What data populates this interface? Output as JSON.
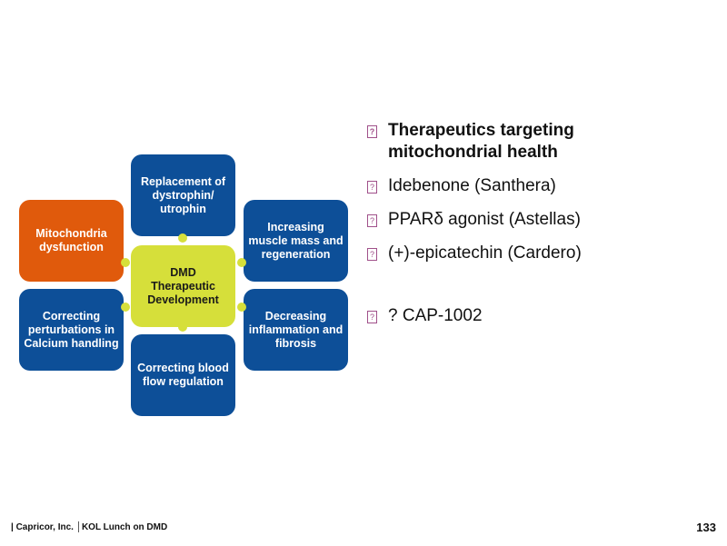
{
  "diagram": {
    "center": "DMD\nTherapeutic\nDevelopment",
    "nodes": {
      "top": "Replacement of dystrophin/ utrophin",
      "top_left": "Mitochondria dysfunction",
      "top_right": "Increasing muscle mass and regeneration",
      "bottom_left": "Correcting perturbations in Calcium handling",
      "bottom_right": "Decreasing inflammation and fibrosis",
      "bottom": "Correcting blood flow regulation"
    },
    "colors": {
      "blue": "#0d4f98",
      "orange": "#e05a0c",
      "center": "#d6df3a"
    }
  },
  "bullets": [
    {
      "text": "Therapeutics targeting mitochondrial health",
      "bold": true
    },
    {
      "text": "Idebenone (Santhera)",
      "bold": false
    },
    {
      "text": "PPARδ agonist (Astellas)",
      "bold": false
    },
    {
      "text": "(+)-epicatechin (Cardero)",
      "bold": false
    },
    {
      "text": "? CAP-1002",
      "bold": false
    }
  ],
  "bullet_icon": "?",
  "footer": {
    "text": "| Capricor, Inc. │KOL Lunch on DMD",
    "page": "133"
  }
}
